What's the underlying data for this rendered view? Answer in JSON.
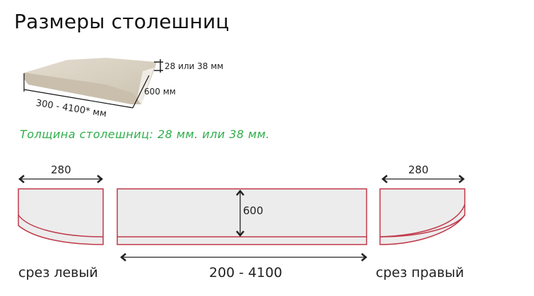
{
  "header": {
    "title": "Размеры столешниц"
  },
  "illustration": {
    "thickness_label": "28 или 38 мм",
    "depth_label": "600 мм",
    "length_label": "300 - 4100* мм"
  },
  "note": {
    "thickness_text": "Толщина столешниц: 28 мм. или 38 мм."
  },
  "diagram": {
    "left_piece": {
      "width_label": "280",
      "caption": "срез левый"
    },
    "middle_piece": {
      "depth_label": "600",
      "length_label": "200 - 4100"
    },
    "right_piece": {
      "width_label": "280",
      "caption": "срез правый"
    },
    "colors": {
      "outline": "#c0394a",
      "fill": "#ececec",
      "arrow": "#222222",
      "note_green": "#2eae4a",
      "stone": "#d8d0c0"
    }
  }
}
